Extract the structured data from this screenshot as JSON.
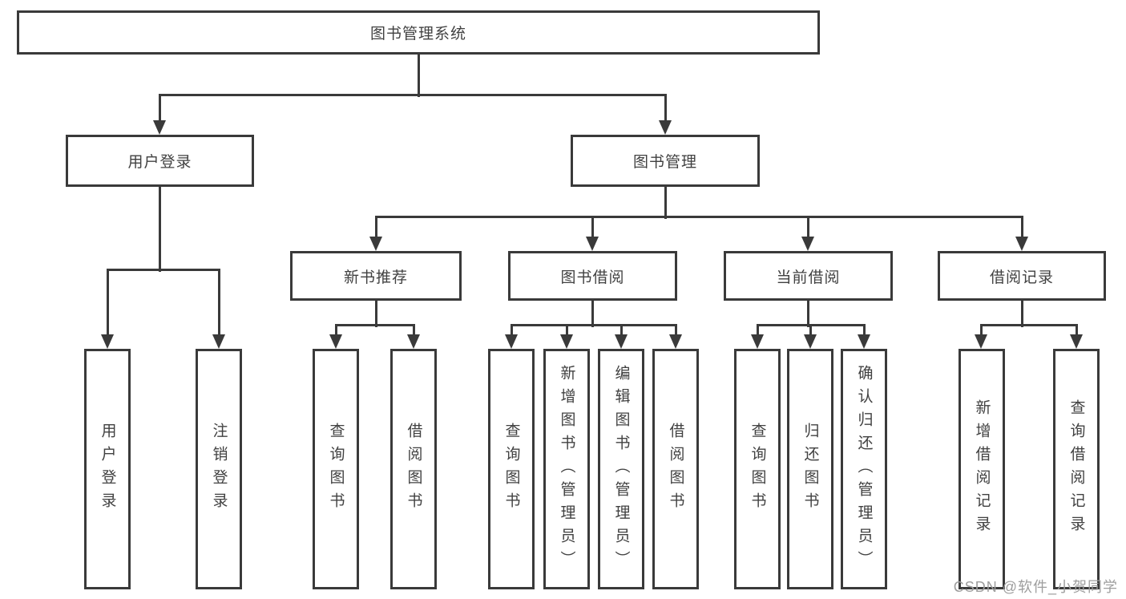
{
  "diagram": {
    "root": {
      "label": "图书管理系统"
    },
    "level2": [
      {
        "label": "用户登录"
      },
      {
        "label": "图书管理"
      }
    ],
    "level3": [
      {
        "label": "新书推荐"
      },
      {
        "label": "图书借阅"
      },
      {
        "label": "当前借阅"
      },
      {
        "label": "借阅记录"
      }
    ],
    "leaves": {
      "user_login": [
        "用户登录",
        "注销登录"
      ],
      "new_book_recommend": [
        "查询图书",
        "借阅图书"
      ],
      "book_borrow": [
        "查询图书",
        "新增图书（管理员）",
        "编辑图书（管理员）",
        "借阅图书"
      ],
      "current_borrow": [
        "查询图书",
        "归还图书",
        "确认归还（管理员）"
      ],
      "borrow_records": [
        "新增借阅记录",
        "查询借阅记录"
      ]
    },
    "colors": {
      "line": "#3a3a3a",
      "text": "#414141",
      "background": "#ffffff",
      "watermark": "#9e9e9e"
    }
  },
  "watermark": {
    "text": "CSDN @软件_小贺同学"
  }
}
